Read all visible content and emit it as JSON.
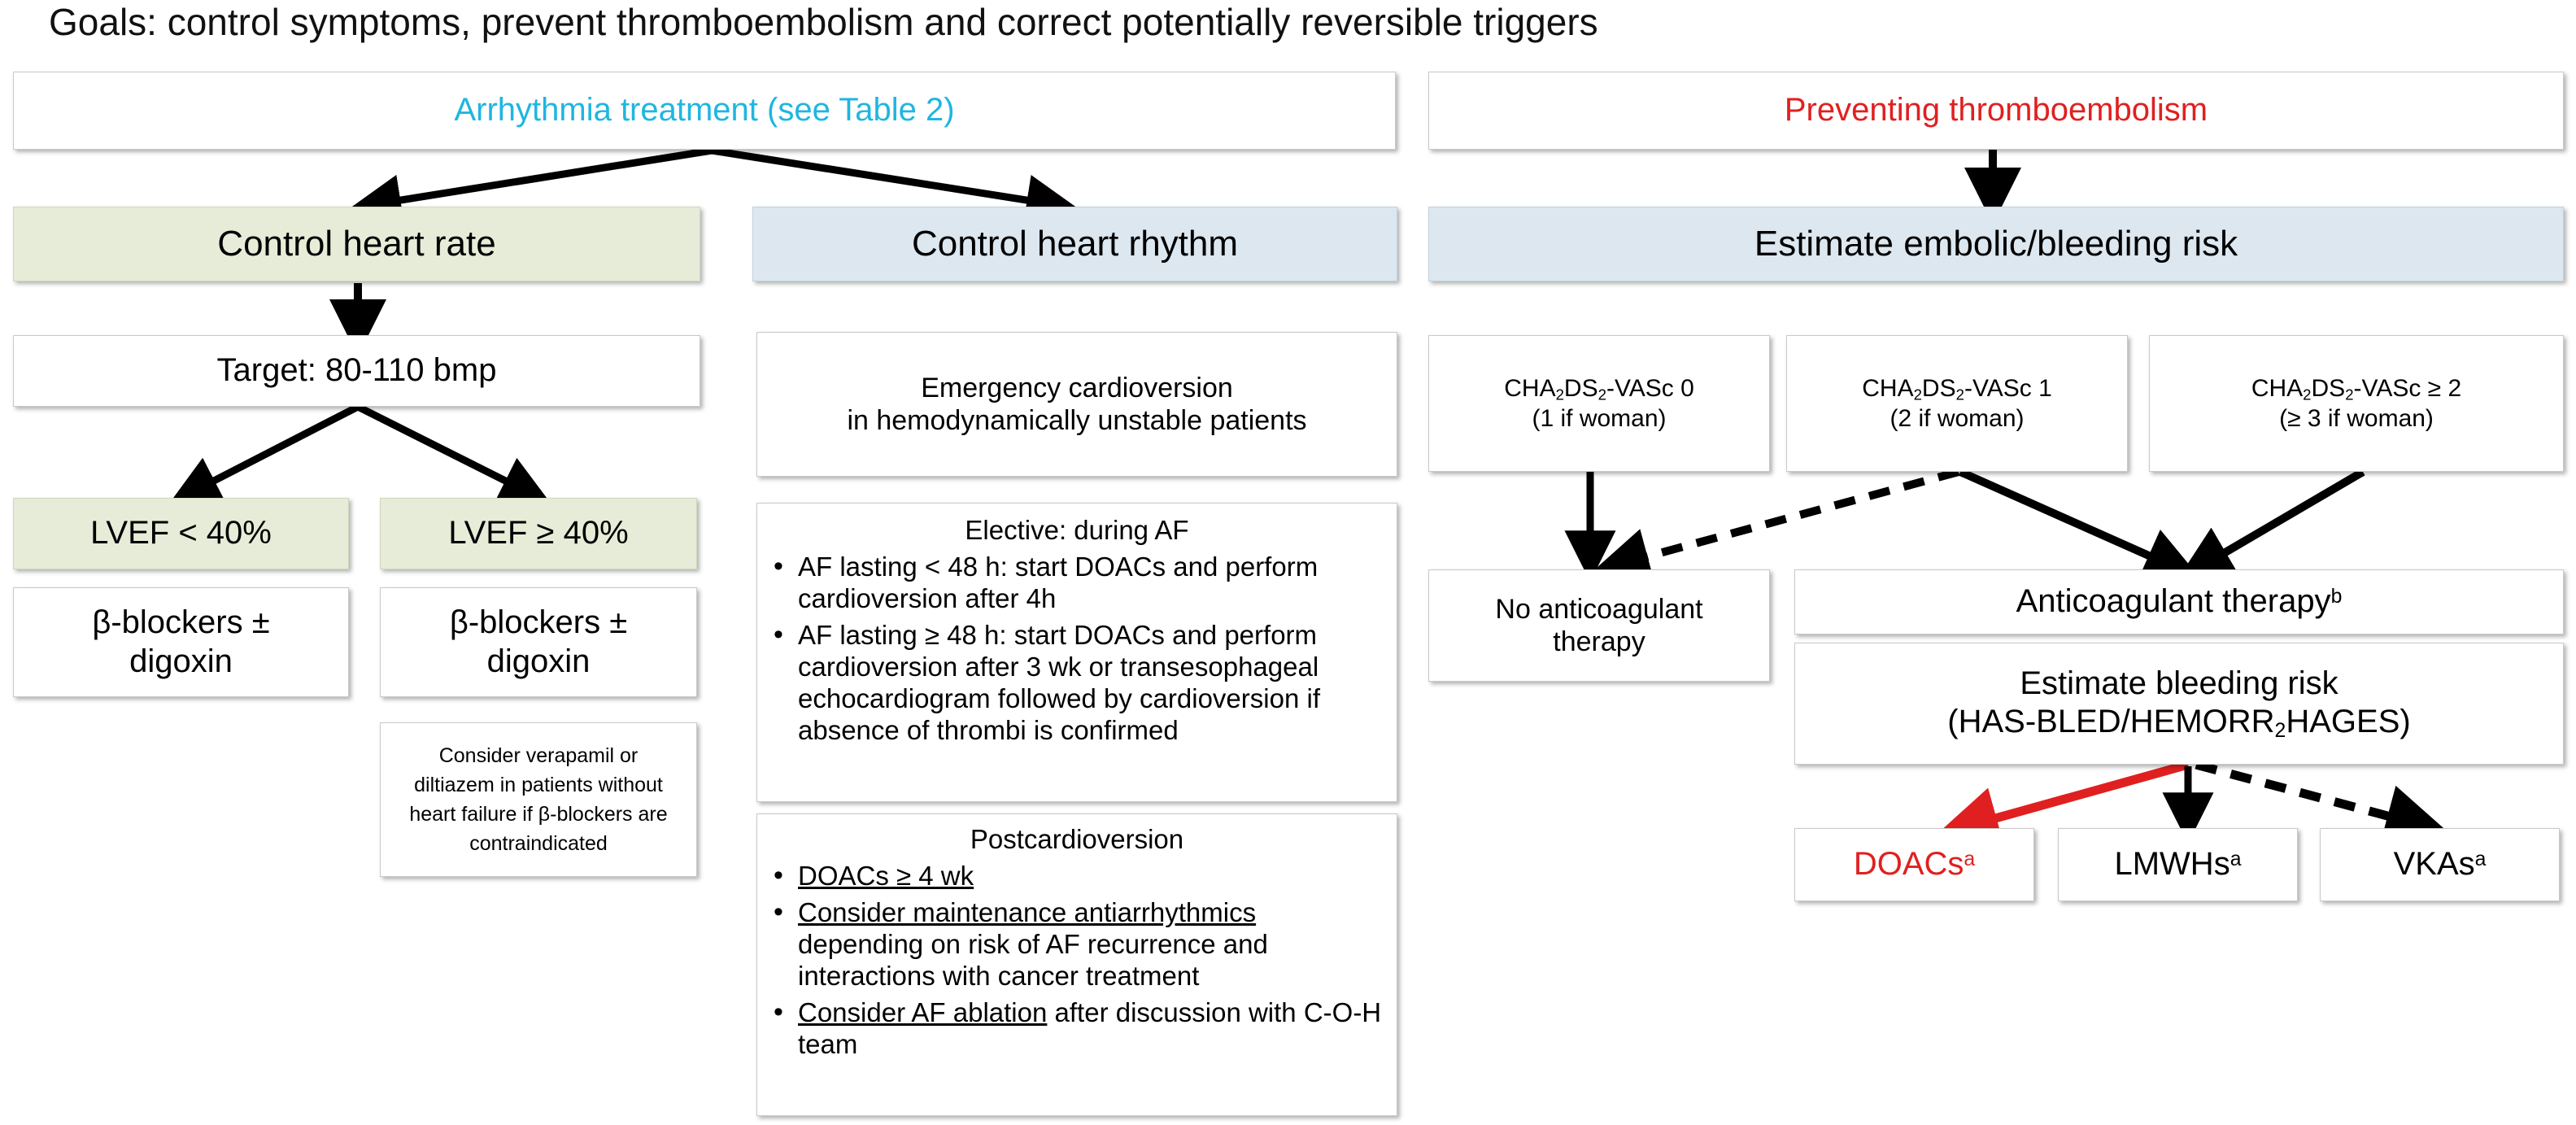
{
  "title": "Goals: control symptoms, prevent thromboembolism and correct potentially reversible triggers",
  "colors": {
    "cyan": "#1fb6e0",
    "red": "#e02020",
    "green_box": "#e6ecd8",
    "blue_box": "#dce7f0",
    "arrow_black": "#000000",
    "arrow_red": "#e02020"
  },
  "left_panel": {
    "header": "Arrhythmia treatment (see Table 2)",
    "rate": {
      "band": "Control heart rate",
      "target": "Target: 80-110 bmp",
      "lvef_low": "LVEF < 40%",
      "lvef_high": "LVEF ≥ 40%",
      "lvef_low_drugs_line1": "β-blockers ±",
      "lvef_low_drugs_line2": "digoxin",
      "lvef_high_drugs_line1": "β-blockers  ±",
      "lvef_high_drugs_line2": "digoxin",
      "verapamil_note_line1": "Consider verapamil or",
      "verapamil_note_line2": "diltiazem in patients without",
      "verapamil_note_line3": "heart failure if β-blockers are",
      "verapamil_note_line4": "contraindicated"
    },
    "rhythm": {
      "band": "Control heart rhythm",
      "emergency_line1": "Emergency cardioversion",
      "emergency_line2": "in hemodynamically unstable patients",
      "elective_title": "Elective: during AF",
      "elective_bullets": [
        "AF lasting < 48 h: start DOACs and perform cardioversion after 4h",
        "AF lasting ≥ 48 h: start DOACs and perform cardioversion after 3 wk or transesophageal echocardiogram followed by cardioversion if absence of thrombi is confirmed"
      ],
      "post_title": "Postcardioversion",
      "post_bullets": [
        {
          "underlined": "DOACs ≥ 4 wk",
          "rest": ""
        },
        {
          "underlined": "Consider maintenance antiarrhythmics",
          "rest": " depending on risk of AF recurrence and interactions with cancer treatment"
        },
        {
          "underlined": "Consider AF ablation",
          "rest": " after discussion with C-O-H team"
        }
      ]
    }
  },
  "right_panel": {
    "header": "Preventing thromboembolism",
    "band": "Estimate embolic/bleeding risk",
    "risk_boxes": [
      {
        "score_pre": "CHA",
        "s1": "2",
        "mid": "DS",
        "s2": "2",
        "post": "-VASc 0",
        "sub": "(1 if woman)"
      },
      {
        "score_pre": "CHA",
        "s1": "2",
        "mid": "DS",
        "s2": "2",
        "post": "-VASc 1",
        "sub": "(2 if woman)"
      },
      {
        "score_pre": "CHA",
        "s1": "2",
        "mid": "DS",
        "s2": "2",
        "post": "-VASc ≥ 2",
        "sub": "(≥ 3  if woman)"
      }
    ],
    "no_anticoag_line1": "No anticoagulant",
    "no_anticoag_line2": "therapy",
    "anticoag_text": "Anticoagulant therapy",
    "anticoag_sup": "b",
    "bleeding_line1": "Estimate bleeding risk",
    "bleeding_line2_pre": "(HAS-BLED/HEMORR",
    "bleeding_line2_sub": "2",
    "bleeding_line2_post": "HAGES)",
    "drugs": [
      {
        "label": "DOACs",
        "sup": "a",
        "red": true
      },
      {
        "label": "LMWHs",
        "sup": "a",
        "red": false
      },
      {
        "label": "VKAs",
        "sup": "a",
        "red": false
      }
    ]
  }
}
